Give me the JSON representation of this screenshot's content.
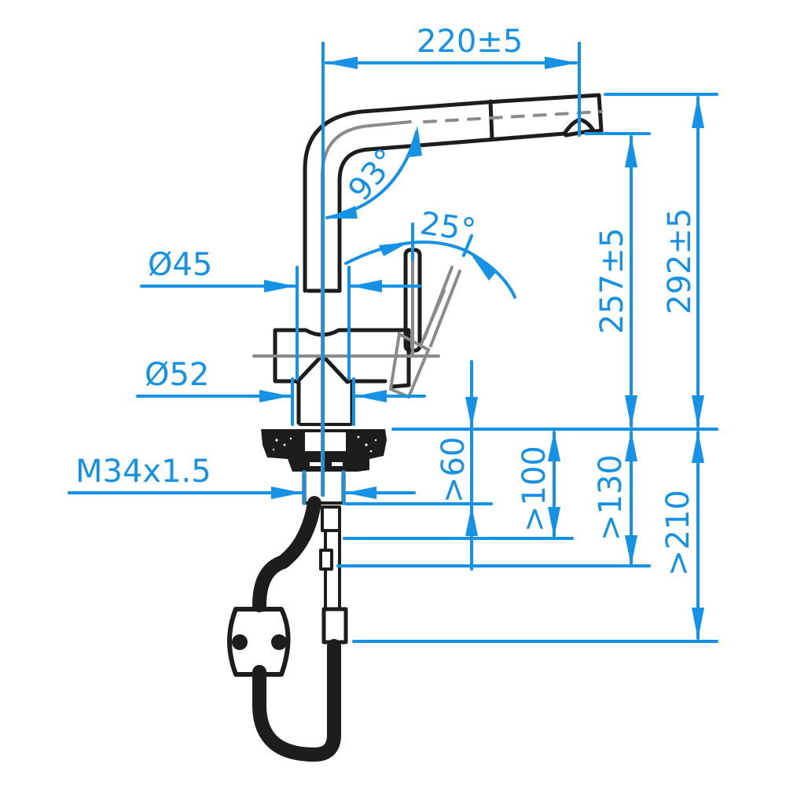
{
  "diagram": {
    "subject": "Kitchen faucet with pull-out spout – technical dimension drawing",
    "colors": {
      "dimension": "#1592e6",
      "outline": "#1d1d1b",
      "centerline": "#8a8a8a",
      "background": "#ffffff"
    },
    "dimensions": {
      "spout_reach": "220±5",
      "spout_angle": "93°",
      "lever_angle": "25°",
      "body_diameter": "Ø45",
      "base_diameter": "Ø52",
      "thread": "M34x1.5",
      "outlet_height": "257±5",
      "total_height": "292±5",
      "min_60": ">60",
      "min_100": ">100",
      "min_130": ">130",
      "min_210": ">210"
    }
  }
}
